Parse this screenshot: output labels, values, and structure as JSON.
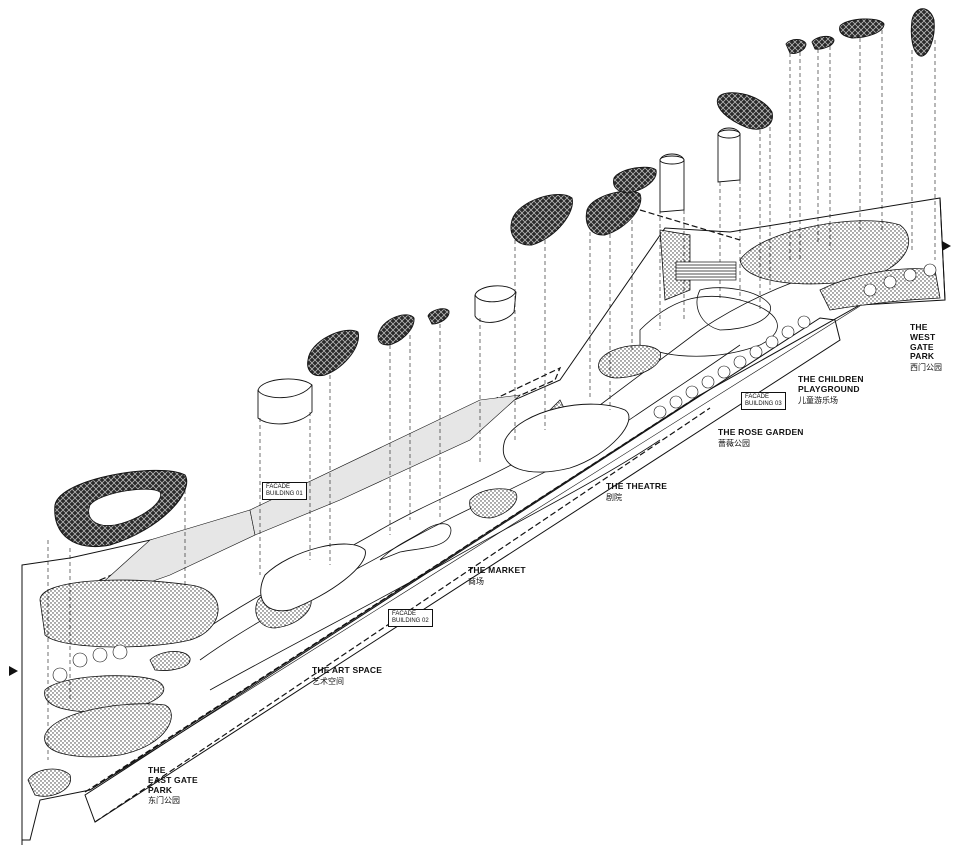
{
  "zones": [
    {
      "id": "east-gate",
      "en": "THE\nEAST GATE\nPARK",
      "zh": "东门公园"
    },
    {
      "id": "art-space",
      "en": "THE ART SPACE",
      "zh": "艺术空间"
    },
    {
      "id": "market",
      "en": "THE MARKET",
      "zh": "商场"
    },
    {
      "id": "theatre",
      "en": "THE THEATRE",
      "zh": "剧院"
    },
    {
      "id": "rose-garden",
      "en": "THE ROSE GARDEN",
      "zh": "蔷薇公园"
    },
    {
      "id": "children-playground",
      "en": "THE CHILDREN\nPLAYGROUND",
      "zh": "儿童游乐场"
    },
    {
      "id": "west-gate",
      "en": "THE\nWEST GATE\nPARK",
      "zh": "西门公园"
    }
  ],
  "facade_tags": [
    {
      "line1": "FACADE",
      "line2": "BUILDING 01"
    },
    {
      "line1": "FACADE",
      "line2": "BUILDING 02"
    },
    {
      "line1": "FACADE",
      "line2": "BUILDING 03"
    }
  ],
  "colors": {
    "ink": "#111111",
    "paper": "#ffffff",
    "hatch": "#555555"
  }
}
